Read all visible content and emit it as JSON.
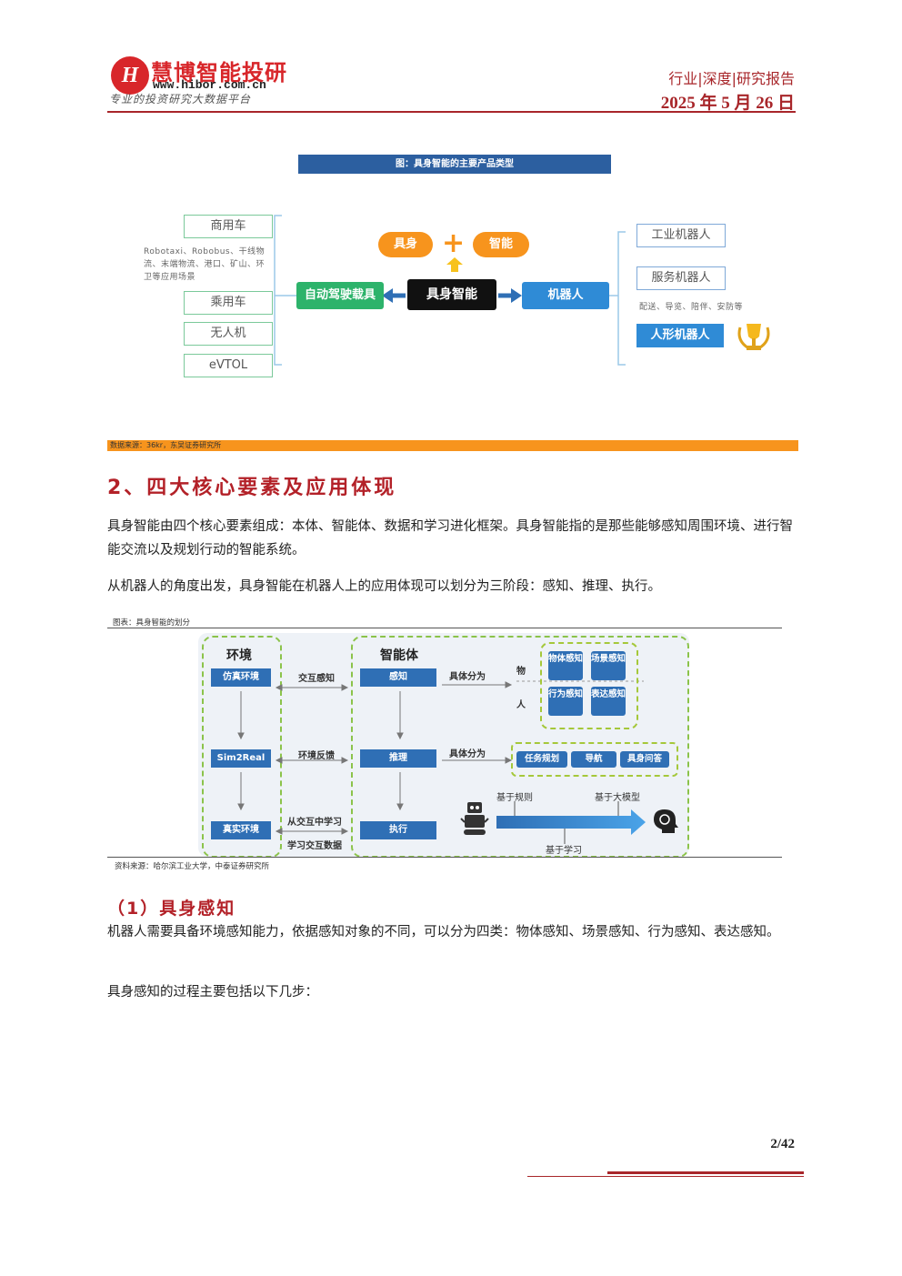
{
  "header": {
    "logo_mark": "H",
    "logo_title": "慧博智能投研",
    "logo_url": "www.hibor.com.cn",
    "logo_slogan": "专业的投资研究大数据平台",
    "report_type": "行业|深度|研究报告",
    "report_date": "2025 年 5 月 26 日"
  },
  "figure1": {
    "title": "图：具身智能的主要产品类型",
    "left_items": [
      "商用车",
      "乘用车",
      "无人机",
      "eVTOL"
    ],
    "left_note": "Robotaxi、Robobus、干线物流、末端物流、港口、矿山、环卫等应用场景",
    "left_hub": "自动驾驶载具",
    "center": "具身智能",
    "pill_left": "具身",
    "pill_right": "智能",
    "plus": "+",
    "right_hub": "机器人",
    "right_items": [
      "工业机器人",
      "服务机器人",
      "人形机器人"
    ],
    "right_note": "配送、导览、陪伴、安防等",
    "trophy_icon": "trophy-icon",
    "source": "数据来源：36kr，东吴证券研究所"
  },
  "section": {
    "title": "2、四大核心要素及应用体现",
    "para1": "具身智能由四个核心要素组成：本体、智能体、数据和学习进化框架。具身智能指的是那些能够感知周围环境、进行智能交流以及规划行动的智能系统。",
    "para2": "从机器人的角度出发，具身智能在机器人上的应用体现可以划分为三阶段：感知、推理、执行。"
  },
  "figure2": {
    "caption": "图表：具身智能的划分",
    "env_title": "环境",
    "env_boxes": [
      "仿真环境",
      "Sim2Real",
      "真实环境"
    ],
    "mid_labels": [
      "交互感知",
      "环境反馈",
      "从交互中学习",
      "学习交互数据"
    ],
    "agent_title": "智能体",
    "agent_boxes": [
      "感知",
      "推理",
      "执行"
    ],
    "split_label": "具体分为",
    "split_label2": "具体分为",
    "obj_label": "物",
    "person_label": "人",
    "perception": [
      "物体感知",
      "场景感知",
      "行为感知",
      "表达感知"
    ],
    "reasoning": [
      "任务规划",
      "导航",
      "具身问答"
    ],
    "exec_rule": "基于规则",
    "exec_model": "基于大模型",
    "exec_learn": "基于学习",
    "source": "资料来源：哈尔滨工业大学，中泰证券研究所"
  },
  "subsection": {
    "title": "（1）具身感知",
    "para1": "机器人需要具备环境感知能力，依据感知对象的不同，可以分为四类：物体感知、场景感知、行为感知、表达感知。",
    "para2": "具身感知的过程主要包括以下几步："
  },
  "footer": {
    "page": "2/42"
  },
  "colors": {
    "brand_red": "#d8262a",
    "accent_blue": "#2f6fb5",
    "accent_orange": "#f7941d",
    "accent_green": "#2db36b"
  }
}
